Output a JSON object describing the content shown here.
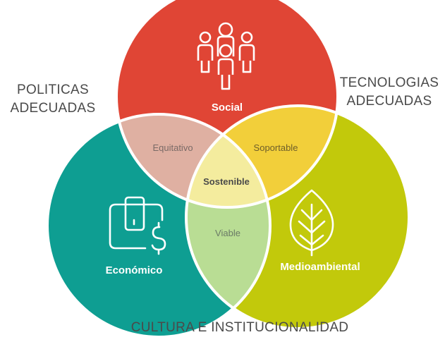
{
  "diagram": {
    "circles": {
      "social": {
        "label": "Social",
        "icon": "people-icon",
        "color": "#e04535"
      },
      "economico": {
        "label": "Económico",
        "icon": "wallet-dollar-icon",
        "color": "#0e9e92"
      },
      "medioambiental": {
        "label": "Medioambiental",
        "icon": "leaf-icon",
        "color": "#c2c90b"
      }
    },
    "intersections": {
      "equitativo": {
        "label": "Equitativo",
        "color": "#dfb0a2"
      },
      "soportable": {
        "label": "Soportable",
        "color": "#f2cf3a"
      },
      "viable": {
        "label": "Viable",
        "color": "#b9dd94"
      },
      "sostenible": {
        "label": "Sostenible",
        "color": "#f4ec9e"
      }
    },
    "outer_labels": {
      "politicas": [
        "POLITICAS",
        "ADECUADAS"
      ],
      "tecnologias": [
        "TECNOLOGIAS",
        "ADECUADAS"
      ],
      "cultura": "CULTURA E INSTITUCIONALIDAD"
    }
  }
}
